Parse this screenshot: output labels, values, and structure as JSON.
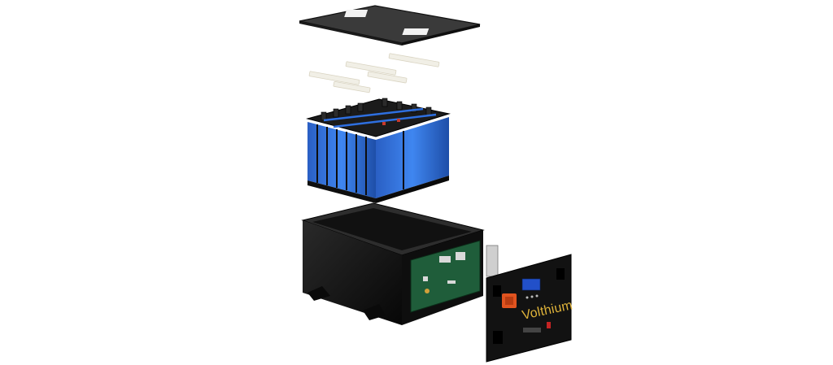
{
  "product_image": {
    "brand_logo_text": "Volthium",
    "colors": {
      "background": "#ffffff",
      "housing": "#111111",
      "cells": "#2f6fd6",
      "pcb": "#1f5d3a",
      "brand_gold": "#e0b43a",
      "lcd": "#2250c9",
      "terminal_red": "#e0531f"
    },
    "components": [
      "top-lid",
      "busbar-connectors",
      "cell-stack",
      "battery-housing",
      "bms-board",
      "front-panel"
    ]
  }
}
